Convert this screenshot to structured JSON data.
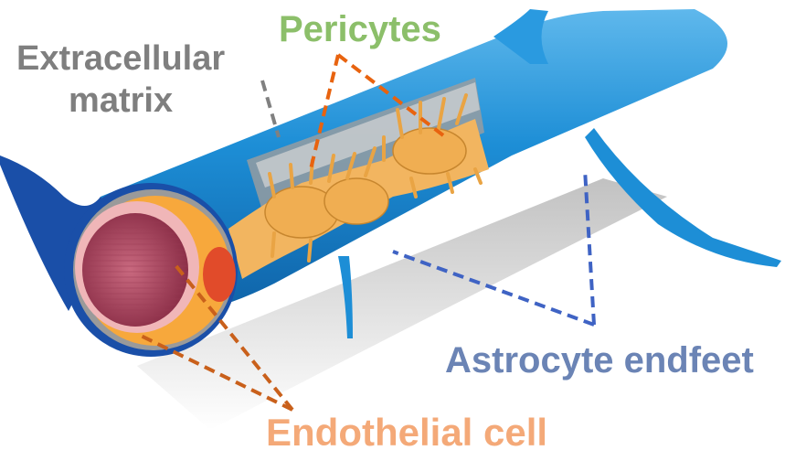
{
  "labels": {
    "pericytes": "Pericytes",
    "ecm_line1": "Extracellular",
    "ecm_line2": "matrix",
    "astrocyte": "Astrocyte endfeet",
    "endothelial": "Endothelial cell"
  },
  "colors": {
    "pericytes_label": "#8cbf6a",
    "ecm_label": "#7f7f7f",
    "astrocyte_label": "#6b84b5",
    "endothelial_label": "#f4a978",
    "pericyte_dash": "#e8630f",
    "ecm_dash": "#808080",
    "astrocyte_dash": "#3f63c4",
    "endothelial_dash": "#c9601b",
    "astrocyte_fill": "#1f8fd6",
    "pericyte_fill": "#f2b560",
    "endothelial_fill": "#f7a83c",
    "lumen_fill": "#b04a64"
  },
  "icons": [
    "blood-vessel-illustration"
  ]
}
